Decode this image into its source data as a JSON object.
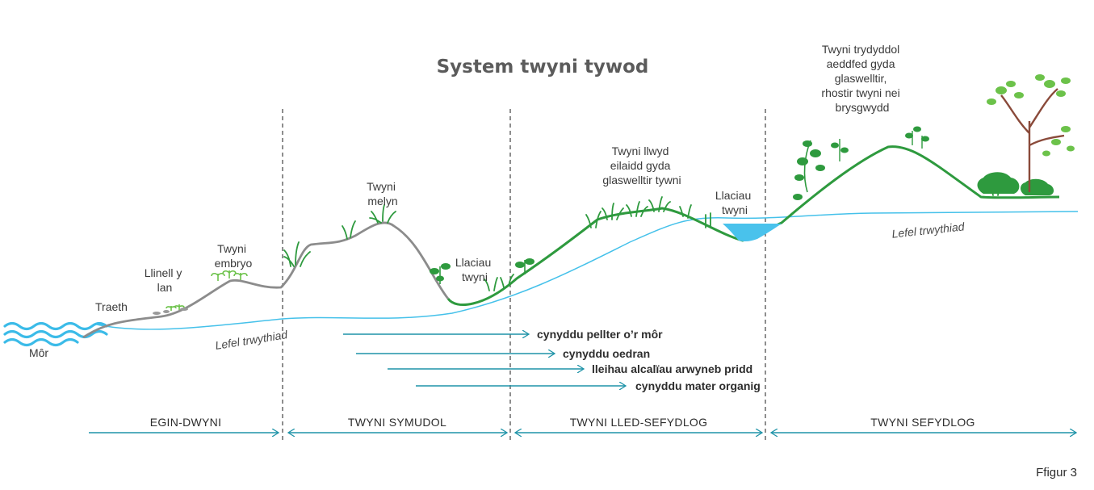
{
  "title": "System twyni tywod",
  "figure_label": "Ffigur 3",
  "labels": {
    "sea": "Môr",
    "beach": "Traeth",
    "strandline": [
      "Llinell y",
      "lan"
    ],
    "embryo_dunes": [
      "Twyni",
      "embryo"
    ],
    "yellow_dunes": [
      "Twyni",
      "melyn"
    ],
    "dune_slacks_1": [
      "Llaciau",
      "twyni"
    ],
    "grey_dunes": [
      "Twyni llwyd",
      "eilaidd gyda",
      "glaswelltir tywni"
    ],
    "dune_slacks_2": [
      "Llaciau",
      "twyni"
    ],
    "tertiary_dunes": [
      "Twyni trydyddol",
      "aeddfed gyda",
      "glaswelltir,",
      "rhostir twyni nei",
      "brysgwydd"
    ],
    "water_table_1": "Lefel trwythiad",
    "water_table_2": "Lefel trwythiad"
  },
  "trends": [
    "cynyddu pellter o’r môr",
    "cynyddu oedran",
    "lleihau alcalïau arwyneb pridd",
    "cynyddu mater organig"
  ],
  "zones": [
    "EGIN-DWYNI",
    "TWYNI SYMUDOL",
    "TWYNI LLED-SEFYDLOG",
    "TWYNI SEFYDLOG"
  ],
  "colors": {
    "title": "#5b5b5b",
    "profile_mobile": "#8c8c8c",
    "profile_vegetated": "#2e9a3e",
    "water_table": "#45c1ea",
    "sea": "#3bbbe8",
    "slack_water": "#49c2ec",
    "arrow": "#1f93a8",
    "plant_dark": "#2e9a3e",
    "plant_light": "#6cc24a",
    "trunk": "#8a4a3a"
  },
  "icons": [
    "wave-icon",
    "seedling-icon",
    "grass-tuft-icon",
    "shrub-icon",
    "tree-icon"
  ]
}
